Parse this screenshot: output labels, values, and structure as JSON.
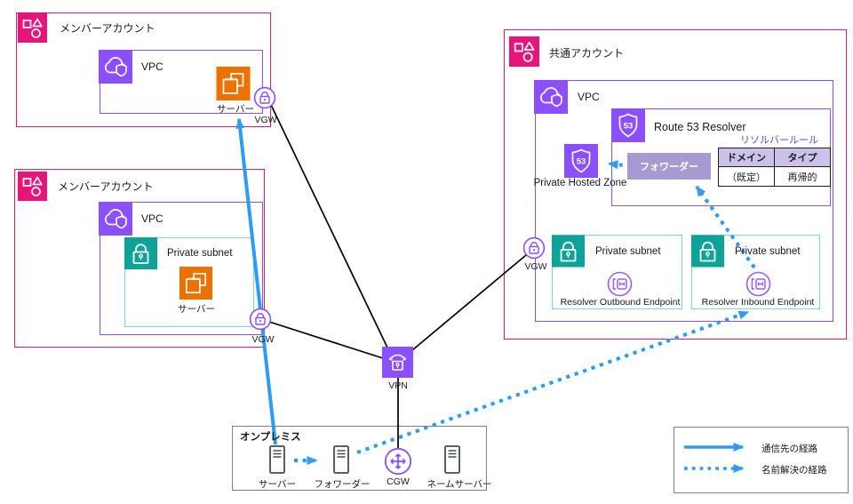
{
  "member_account_1": {
    "title": "メンバーアカウント",
    "vpc_label": "VPC",
    "server_label": "サーバー"
  },
  "member_account_2": {
    "title": "メンバーアカウント",
    "vpc_label": "VPC",
    "subnet_label": "Private subnet",
    "server_label": "サーバー"
  },
  "shared_account": {
    "title": "共通アカウント",
    "vpc_label": "VPC",
    "resolver": {
      "title": "Route 53 Resolver",
      "forwarder_label": "フォワーダー",
      "rule_title": "リソルバールール",
      "table": {
        "headers": [
          "ドメイン",
          "タイプ"
        ],
        "row": [
          "（既定）",
          "再帰的"
        ]
      }
    },
    "private_hosted_zone_label": "Private Hosted Zone",
    "outbound_subnet": {
      "label": "Private subnet",
      "endpoint_label": "Resolver Outbound Endpoint"
    },
    "inbound_subnet": {
      "label": "Private subnet",
      "endpoint_label": "Resolver Inbound Endpoint"
    }
  },
  "gateways": {
    "vgw": "VGW",
    "vpn": "VPN"
  },
  "onprem": {
    "title": "オンプレミス",
    "server_label": "サーバー",
    "forwarder_label": "フォワーダー",
    "cgw_label": "CGW",
    "nameserver_label": "ネームサーバー"
  },
  "legend": {
    "solid_label": "通信先の経路",
    "dotted_label": "名前解決の経路"
  },
  "colors": {
    "account_pink": "#E7157B",
    "vpc_purple": "#8C4FFF",
    "subnet_teal": "#0DA29A",
    "subnet_border": "#7DD2D2",
    "server_orange": "#ED7100",
    "arrow_blue": "#2E9BF5",
    "forwarder_fill": "#A79AD3",
    "table_header_fill": "#CCC1E9",
    "rule_title_color": "#5B4FD0",
    "onprem_icon": "#414D5C"
  }
}
